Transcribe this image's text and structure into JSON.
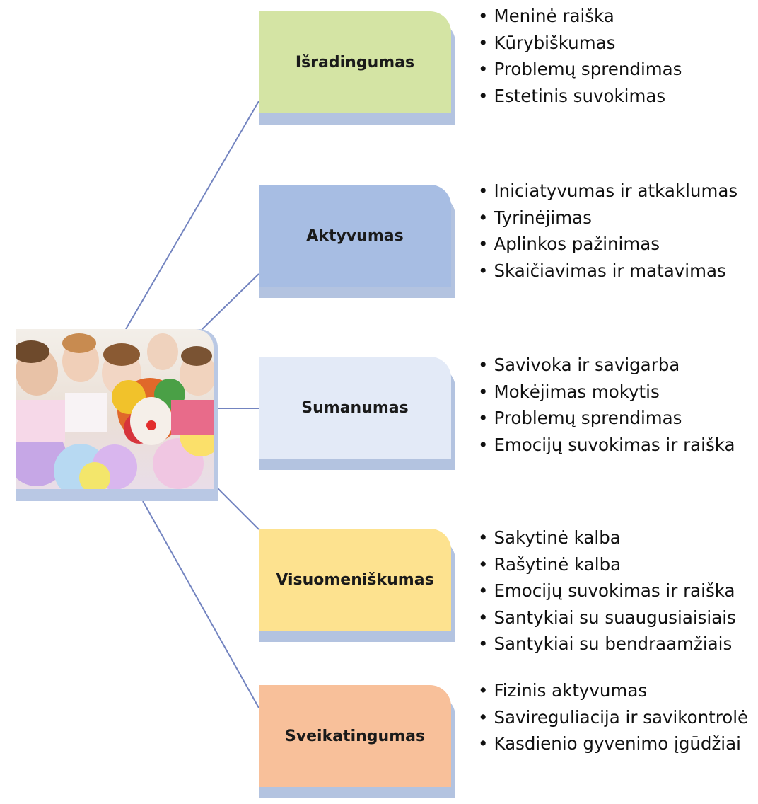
{
  "nodes": [
    {
      "label": "Išradingumas",
      "color": "#d4e4a4",
      "items": [
        "Meninė raiška",
        "Kūrybiškumas",
        "Problemų sprendimas",
        "Estetinis suvokimas"
      ]
    },
    {
      "label": "Aktyvumas",
      "color": "#a7bde3",
      "items": [
        "Iniciatyvumas ir atkaklumas",
        "Tyrinėjimas",
        "Aplinkos pažinimas",
        "Skaičiavimas ir matavimas"
      ]
    },
    {
      "label": "Sumanumas",
      "color": "#e3eaf7",
      "items": [
        "Savivoka ir savigarba",
        "Mokėjimas mokytis",
        "Problemų sprendimas",
        "Emocijų suvokimas ir raiška"
      ]
    },
    {
      "label": "Visuomeniškumas",
      "color": "#fde28f",
      "items": [
        "Sakytinė kalba",
        "Rašytinė kalba",
        "Emocijų suvokimas ir raiška",
        "Santykiai su suaugusiaisiais",
        "Santykiai su bendraamžiais"
      ]
    },
    {
      "label": "Sveikatingumas",
      "color": "#f8c09a",
      "items": [
        "Fizinis aktyvumas",
        "Savireguliacija ir savikontrolė",
        "Kasdienio gyvenimo įgūdžiai"
      ]
    }
  ],
  "connector_color": "#7384c0"
}
